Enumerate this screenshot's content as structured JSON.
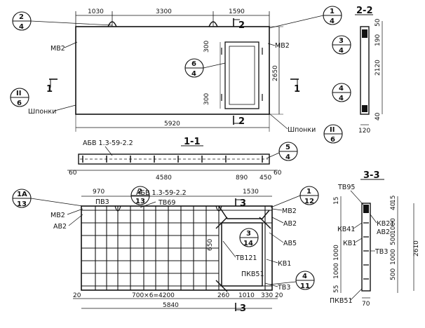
{
  "top_view": {
    "dims": {
      "d1030": "1030",
      "d3300": "3300",
      "d1590": "1590",
      "d300a": "300",
      "d2650": "2650",
      "d300b": "300",
      "d5920": "5920"
    },
    "labels": {
      "mv2_left": "МВ2",
      "mv2_right": "МВ2",
      "shponki_left": "Шпонки",
      "shponki_right": "Шпонки",
      "sec_top": "2",
      "sec_bottom": "2",
      "sec_left": "1",
      "sec_right": "1"
    },
    "callouts": {
      "c24": {
        "top": "2",
        "bottom": "4"
      },
      "c14": {
        "top": "1",
        "bottom": "4"
      },
      "c64": {
        "top": "6",
        "bottom": "4"
      },
      "cII6_left": {
        "top": "II",
        "bottom": "6"
      },
      "cII6_right": {
        "top": "II",
        "bottom": "6"
      }
    }
  },
  "section_22": {
    "title": "2-2",
    "dims": {
      "d50": "50",
      "d190": "190",
      "d2120": "2120",
      "d40": "40",
      "d120": "120"
    },
    "callouts": {
      "c34": {
        "top": "3",
        "bottom": "4"
      },
      "c44": {
        "top": "4",
        "bottom": "4"
      }
    }
  },
  "section_11": {
    "title": "1-1",
    "labels": {
      "abv": "АБВ 1.3-59-2.2"
    },
    "dims": {
      "d60a": "60",
      "d4580": "4580",
      "d890": "890",
      "d450": "450",
      "d60b": "60"
    },
    "callouts": {
      "c54": {
        "top": "5",
        "bottom": "4"
      }
    }
  },
  "rebar_view": {
    "labels": {
      "abv": "АБВ 1.3-59-2.2",
      "pv3": "ПВ3",
      "tv69": "ТВ69",
      "mv2_left": "МВ2",
      "av2_left": "АВ2",
      "mv2_right": "МВ2",
      "av2_right": "АВ2",
      "av5": "АВ5",
      "tv121": "ТВ121",
      "kv1": "КВ1",
      "pkv51": "ПКВ51",
      "tv3": "ТВ3",
      "sec_top": "3",
      "sec_bottom": "3"
    },
    "dims": {
      "d970": "970",
      "d1530": "1530",
      "d650": "650",
      "d20a": "20",
      "d4200": "700×6=4200",
      "d260": "260",
      "d1010": "1010",
      "d330": "330",
      "d20b": "20",
      "d5840": "5840"
    },
    "callouts": {
      "c1a13": {
        "top": "1А",
        "bottom": "13"
      },
      "c213": {
        "top": "2",
        "bottom": "13"
      },
      "c112": {
        "top": "1",
        "bottom": "12"
      },
      "c314": {
        "top": "3",
        "bottom": "14"
      },
      "c411": {
        "top": "4",
        "bottom": "11"
      }
    }
  },
  "section_33": {
    "title": "3-3",
    "labels": {
      "tv95": "ТВ95",
      "kv21": "КВ21",
      "av2": "АВ2",
      "kv41": "КВ41",
      "kv1": "КВ1",
      "tv3": "ТВ3",
      "pkv51": "ПКВ51"
    },
    "dims": {
      "d15a": "15",
      "d40": "40",
      "d15b": "15",
      "d1000a": "1000",
      "d1000b": "1000",
      "d1000c": "1000",
      "d1000d": "1000",
      "d500a": "500",
      "d500b": "500",
      "d55": "55",
      "d2610": "2610",
      "d70": "70"
    }
  }
}
